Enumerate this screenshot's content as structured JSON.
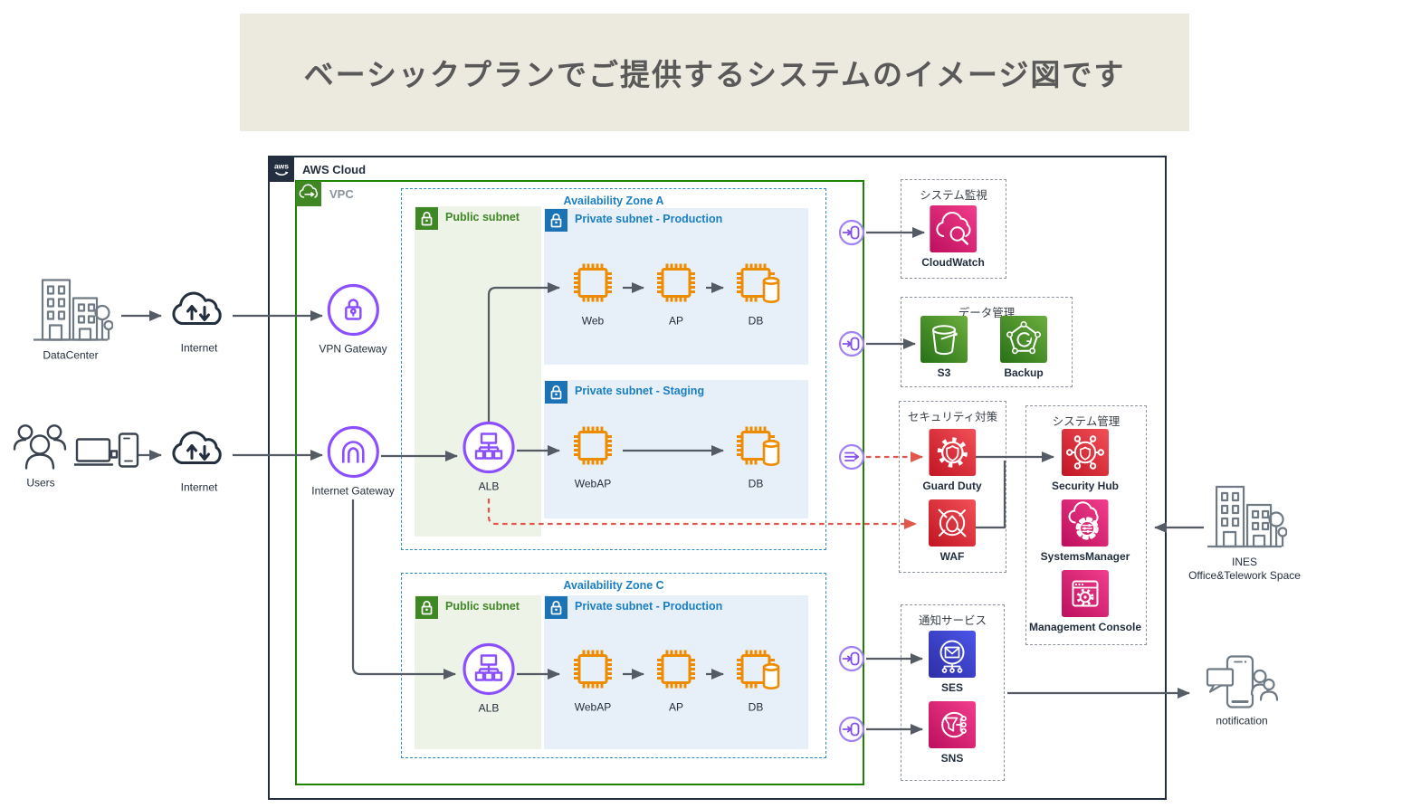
{
  "title": "ベーシックプランでご提供するシステムのイメージ図です",
  "cloud": {
    "label": "AWS Cloud"
  },
  "vpc": {
    "label": "VPC"
  },
  "zone_a": {
    "label": "Availability Zone A",
    "public_subnet": "Public subnet",
    "private_prod": "Private subnet - Production",
    "private_staging": "Private subnet - Staging"
  },
  "zone_c": {
    "label": "Availability Zone C",
    "public_subnet": "Public subnet",
    "private_prod": "Private subnet - Production"
  },
  "nodes": {
    "vpn_gateway": "VPN Gateway",
    "internet_gateway": "Internet Gateway",
    "alb_a": "ALB",
    "web_a": "Web",
    "ap_a": "AP",
    "db_a": "DB",
    "webap_staging": "WebAP",
    "db_staging": "DB",
    "alb_c": "ALB",
    "webap_c": "WebAP",
    "ap_c": "AP",
    "db_c": "DB"
  },
  "external": {
    "datacenter": "DataCenter",
    "internet_top": "Internet",
    "users": "Users",
    "internet_bottom": "Internet",
    "ines_name": "INES",
    "ines_desc": "Office&Telework Space",
    "notification": "notification"
  },
  "groups": {
    "monitoring": {
      "title": "システム監視",
      "cloudwatch": "CloudWatch"
    },
    "data_mgmt": {
      "title": "データ管理",
      "s3": "S3",
      "backup": "Backup"
    },
    "security": {
      "title": "セキュリティ対策",
      "guardduty": "Guard Duty",
      "waf": "WAF"
    },
    "sys_mgmt": {
      "title": "システム管理",
      "securityhub": "Security Hub",
      "systemsmanager": "SystemsManager",
      "console": "Management Console"
    },
    "notify": {
      "title": "通知サービス",
      "ses": "SES",
      "sns": "SNS"
    }
  },
  "colors": {
    "banner_bg": "#ECEADF",
    "title_text": "#595959",
    "aws_border": "#232F3E",
    "vpc_border": "#1D8102",
    "zone_border": "#2E8BC6",
    "public_subnet_fill": "#EDF3E6",
    "private_subnet_fill": "#E7F0F8",
    "public_label": "#3F8624",
    "private_label": "#1A7FC2",
    "compute_orange": "#ED8C00",
    "network_purple": "#8C4FFF",
    "arrow_gray": "#545B64",
    "alert_red_dashed": "#E2574C",
    "service_pink": "#E7157B",
    "service_green": "#4C9A2E",
    "service_red": "#DD344C",
    "service_blue": "#4650E0"
  }
}
